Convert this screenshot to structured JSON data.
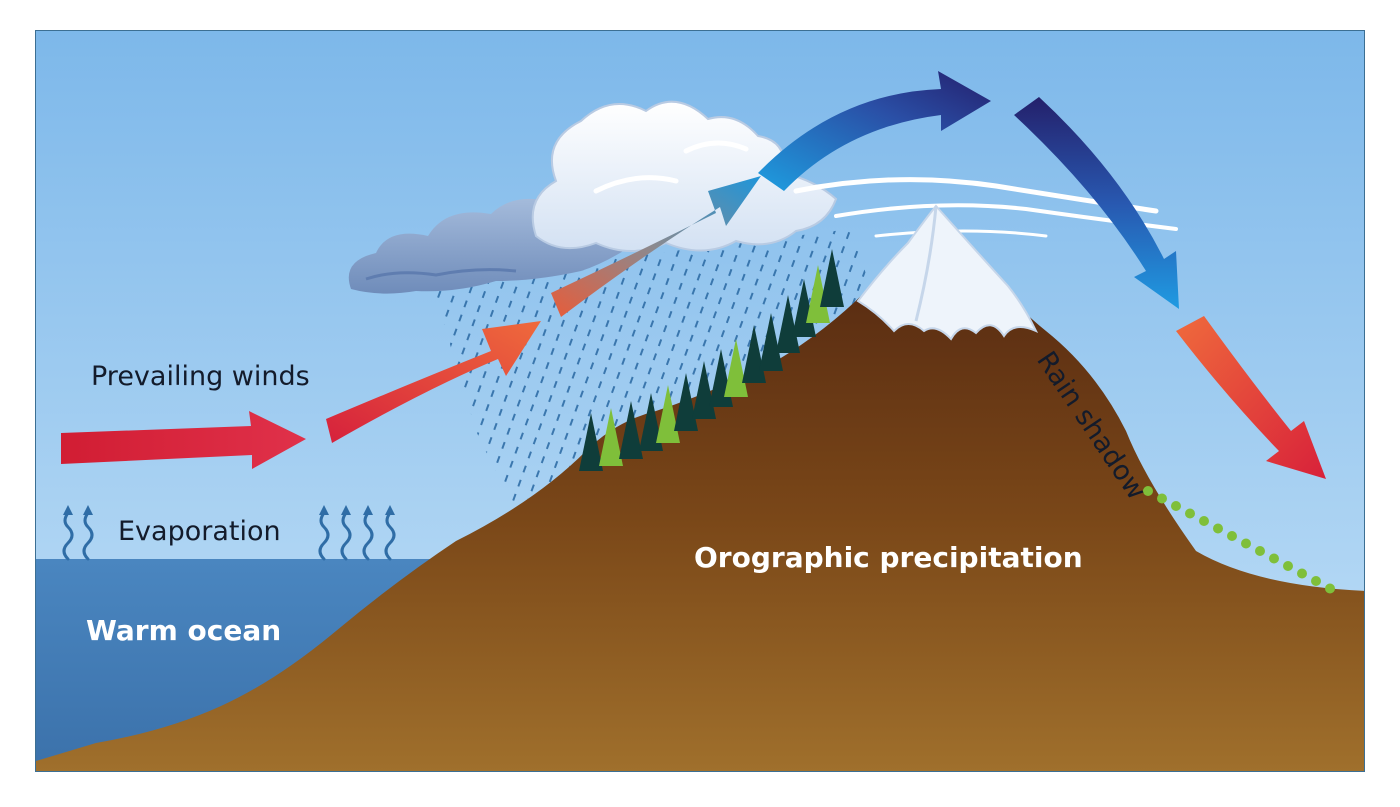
{
  "labels": {
    "prevailing_winds": "Prevailing winds",
    "evaporation": "Evaporation",
    "warm_ocean": "Warm ocean",
    "orographic": "Orographic precipitation",
    "rain_shadow": "Rain shadow"
  },
  "colors": {
    "sky_top": "#7db8ea",
    "sky_bottom": "#bcdcf6",
    "ocean": "#3f7bb8",
    "mountain_dark": "#4e2310",
    "mountain_light": "#9b6b2a",
    "snow": "#eef4fb",
    "wind_warm": "#d8243a",
    "wind_cool_light": "#1d8fd8",
    "wind_cool_dark": "#23206e",
    "rain": "#2f6da6",
    "tree_dark": "#0f3d3a",
    "tree_light": "#7fbf3a"
  }
}
